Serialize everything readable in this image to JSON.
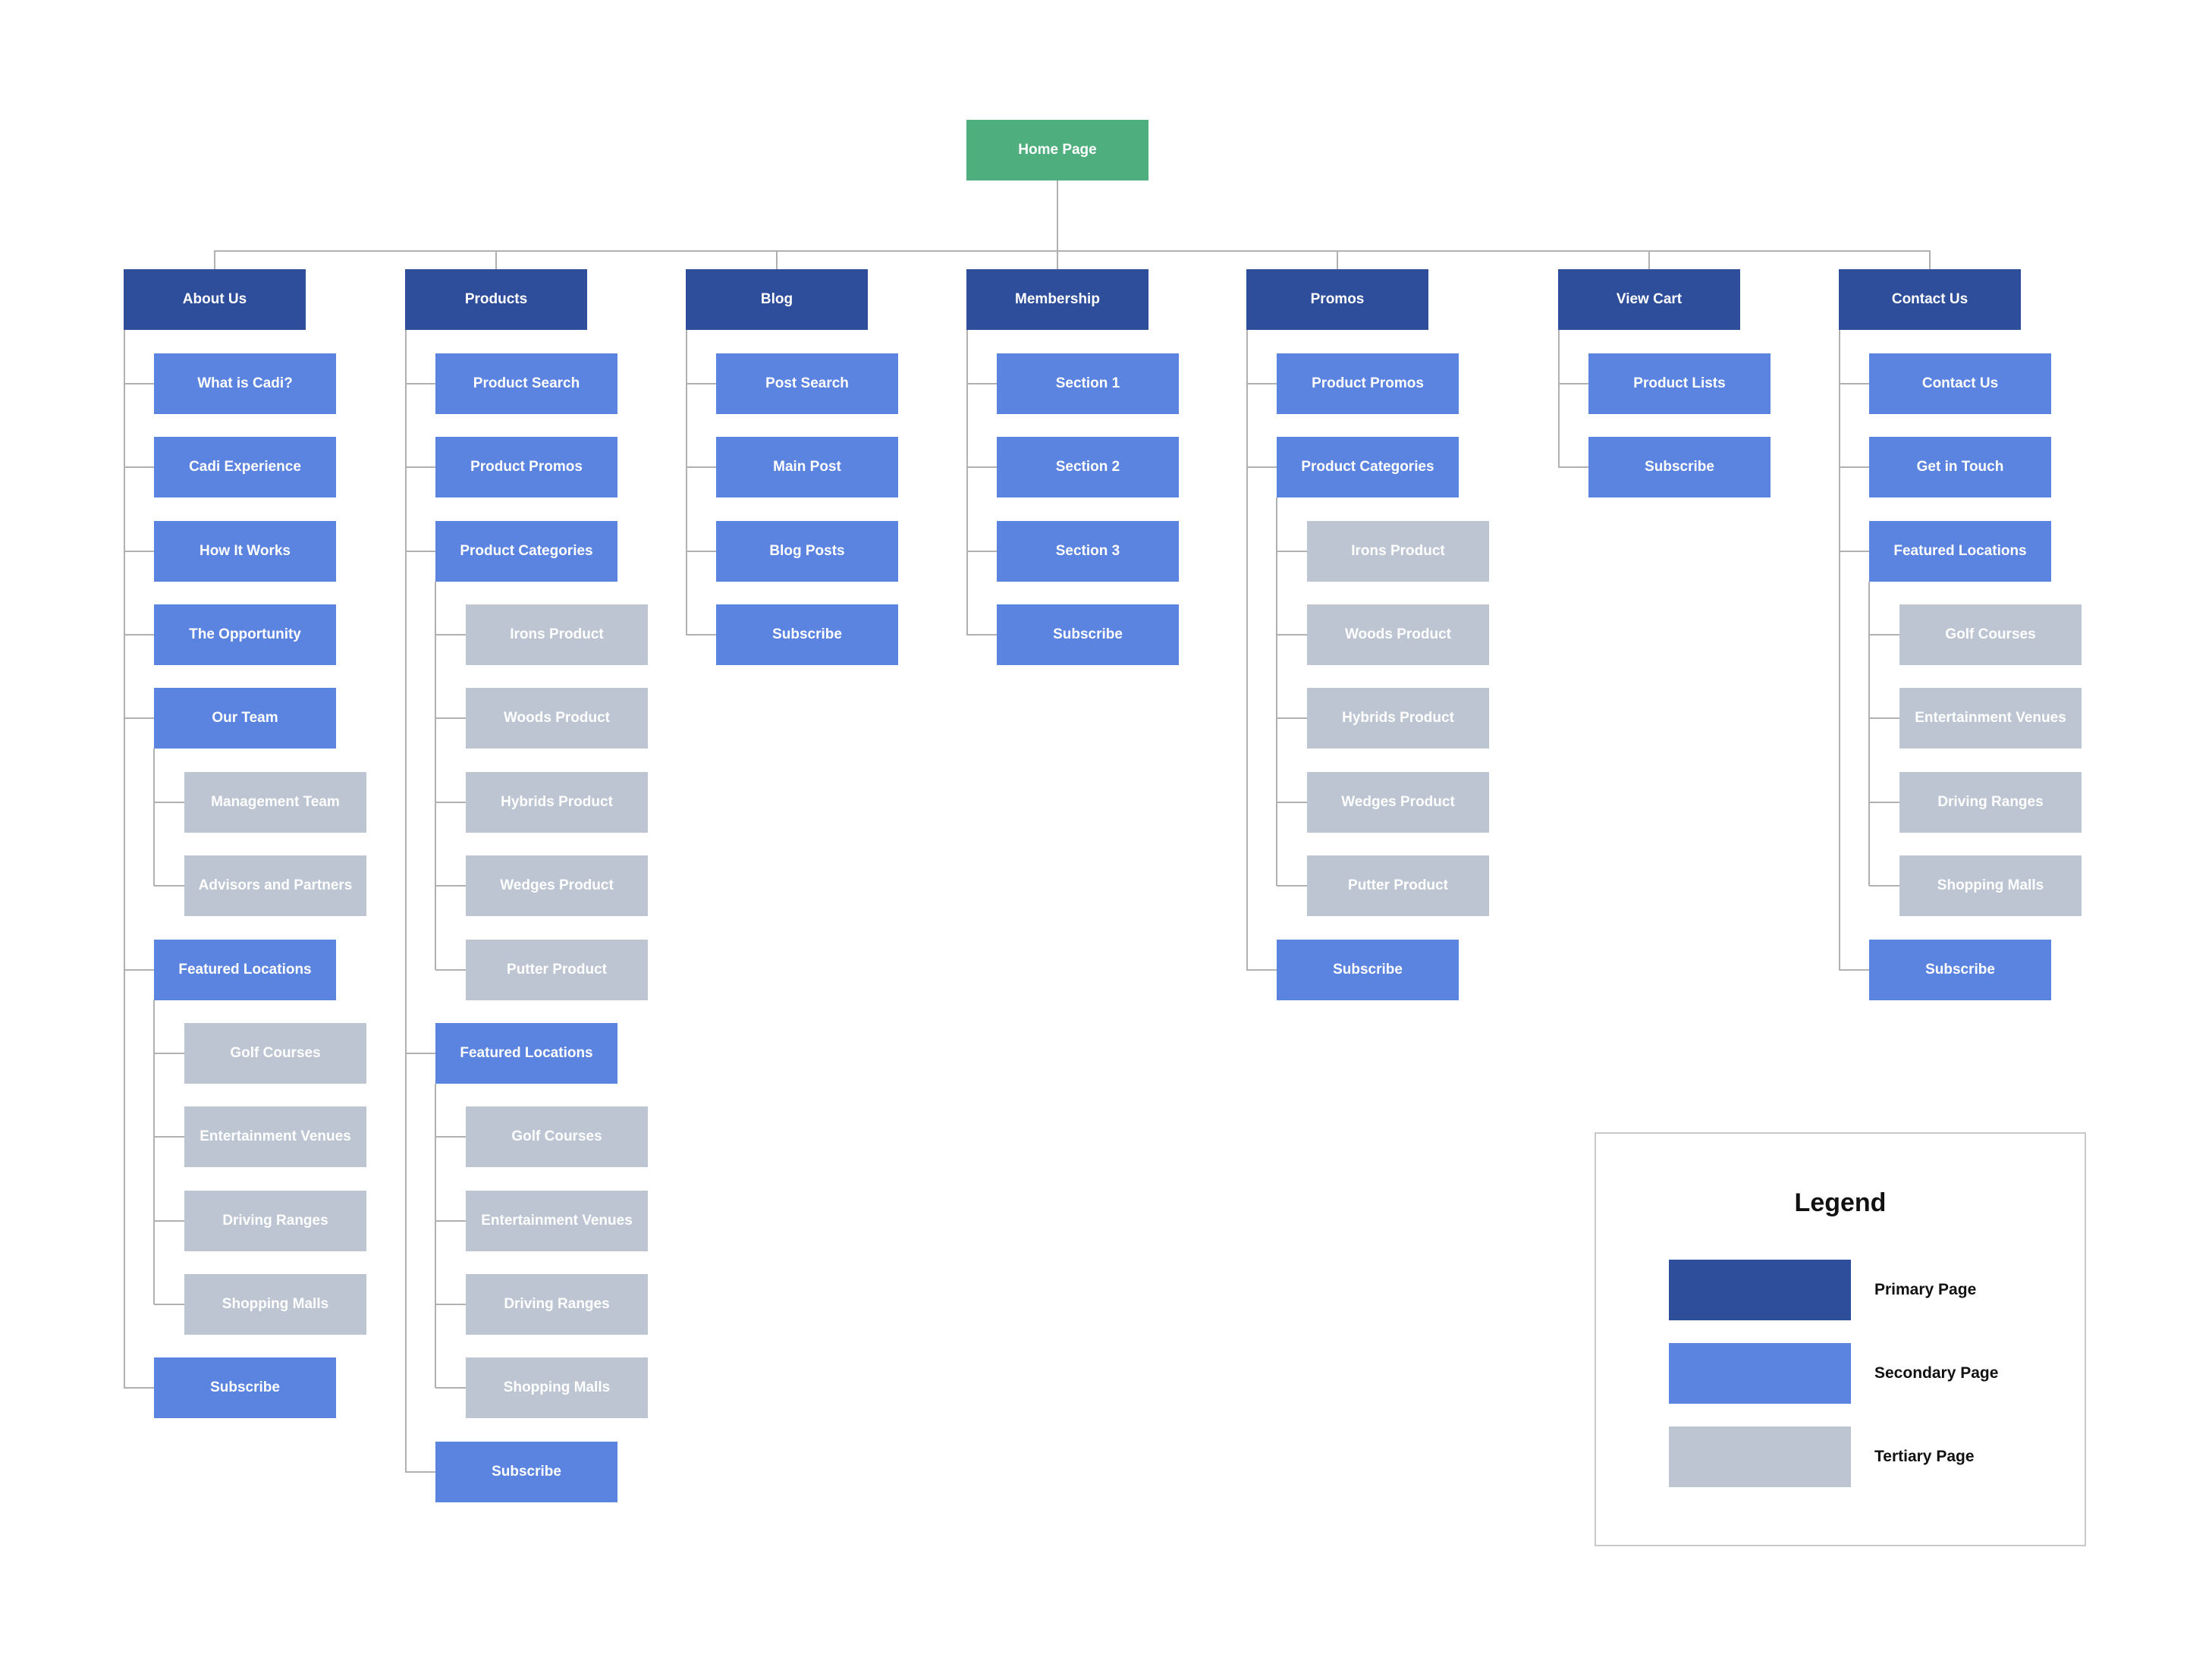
{
  "palette": {
    "home": "#4FAE7D",
    "primary": "#2E4E9C",
    "secondary": "#5B83E0",
    "tertiary": "#BCC5D1",
    "connector_line": "#B1B1B1",
    "legend_border": "#C9C9C9",
    "box_text": "#FFFFFF",
    "dark_text": "#111111"
  },
  "root": {
    "label": "Home Page",
    "type": "home"
  },
  "columns": [
    {
      "label": "About Us",
      "type": "primary",
      "children": [
        {
          "label": "What is Cadi?",
          "type": "secondary"
        },
        {
          "label": "Cadi Experience",
          "type": "secondary"
        },
        {
          "label": "How It Works",
          "type": "secondary"
        },
        {
          "label": "The Opportunity",
          "type": "secondary"
        },
        {
          "label": "Our Team",
          "type": "secondary",
          "children": [
            {
              "label": "Management Team",
              "type": "tertiary"
            },
            {
              "label": "Advisors and Partners",
              "type": "tertiary"
            }
          ]
        },
        {
          "label": "Featured Locations",
          "type": "secondary",
          "children": [
            {
              "label": "Golf Courses",
              "type": "tertiary"
            },
            {
              "label": "Entertainment Venues",
              "type": "tertiary"
            },
            {
              "label": "Driving Ranges",
              "type": "tertiary"
            },
            {
              "label": "Shopping Malls",
              "type": "tertiary"
            }
          ]
        },
        {
          "label": "Subscribe",
          "type": "secondary"
        }
      ]
    },
    {
      "label": "Products",
      "type": "primary",
      "children": [
        {
          "label": "Product Search",
          "type": "secondary"
        },
        {
          "label": "Product Promos",
          "type": "secondary"
        },
        {
          "label": "Product Categories",
          "type": "secondary",
          "children": [
            {
              "label": "Irons Product",
              "type": "tertiary"
            },
            {
              "label": "Woods Product",
              "type": "tertiary"
            },
            {
              "label": "Hybrids Product",
              "type": "tertiary"
            },
            {
              "label": "Wedges Product",
              "type": "tertiary"
            },
            {
              "label": "Putter Product",
              "type": "tertiary"
            }
          ]
        },
        {
          "label": "Featured Locations",
          "type": "secondary",
          "children": [
            {
              "label": "Golf Courses",
              "type": "tertiary"
            },
            {
              "label": "Entertainment Venues",
              "type": "tertiary"
            },
            {
              "label": "Driving Ranges",
              "type": "tertiary"
            },
            {
              "label": "Shopping Malls",
              "type": "tertiary"
            }
          ]
        },
        {
          "label": "Subscribe",
          "type": "secondary"
        }
      ]
    },
    {
      "label": "Blog",
      "type": "primary",
      "children": [
        {
          "label": "Post Search",
          "type": "secondary"
        },
        {
          "label": "Main Post",
          "type": "secondary"
        },
        {
          "label": "Blog Posts",
          "type": "secondary"
        },
        {
          "label": "Subscribe",
          "type": "secondary"
        }
      ]
    },
    {
      "label": "Membership",
      "type": "primary",
      "children": [
        {
          "label": "Section 1",
          "type": "secondary"
        },
        {
          "label": "Section 2",
          "type": "secondary"
        },
        {
          "label": "Section 3",
          "type": "secondary"
        },
        {
          "label": "Subscribe",
          "type": "secondary"
        }
      ]
    },
    {
      "label": "Promos",
      "type": "primary",
      "children": [
        {
          "label": "Product Promos",
          "type": "secondary"
        },
        {
          "label": "Product Categories",
          "type": "secondary",
          "children": [
            {
              "label": "Irons Product",
              "type": "tertiary"
            },
            {
              "label": "Woods Product",
              "type": "tertiary"
            },
            {
              "label": "Hybrids Product",
              "type": "tertiary"
            },
            {
              "label": "Wedges Product",
              "type": "tertiary"
            },
            {
              "label": "Putter Product",
              "type": "tertiary"
            }
          ]
        },
        {
          "label": "Subscribe",
          "type": "secondary"
        }
      ]
    },
    {
      "label": "View Cart",
      "type": "primary",
      "children": [
        {
          "label": "Product Lists",
          "type": "secondary"
        },
        {
          "label": "Subscribe",
          "type": "secondary"
        }
      ]
    },
    {
      "label": "Contact Us",
      "type": "primary",
      "children": [
        {
          "label": "Contact Us",
          "type": "secondary"
        },
        {
          "label": "Get in Touch",
          "type": "secondary"
        },
        {
          "label": "Featured Locations",
          "type": "secondary",
          "children": [
            {
              "label": "Golf Courses",
              "type": "tertiary"
            },
            {
              "label": "Entertainment Venues",
              "type": "tertiary"
            },
            {
              "label": "Driving Ranges",
              "type": "tertiary"
            },
            {
              "label": "Shopping Malls",
              "type": "tertiary"
            }
          ]
        },
        {
          "label": "Subscribe",
          "type": "secondary"
        }
      ]
    }
  ],
  "legend": {
    "title": "Legend",
    "items": [
      {
        "label": "Primary Page",
        "type": "primary"
      },
      {
        "label": "Secondary Page",
        "type": "secondary"
      },
      {
        "label": "Tertiary Page",
        "type": "tertiary"
      }
    ]
  }
}
